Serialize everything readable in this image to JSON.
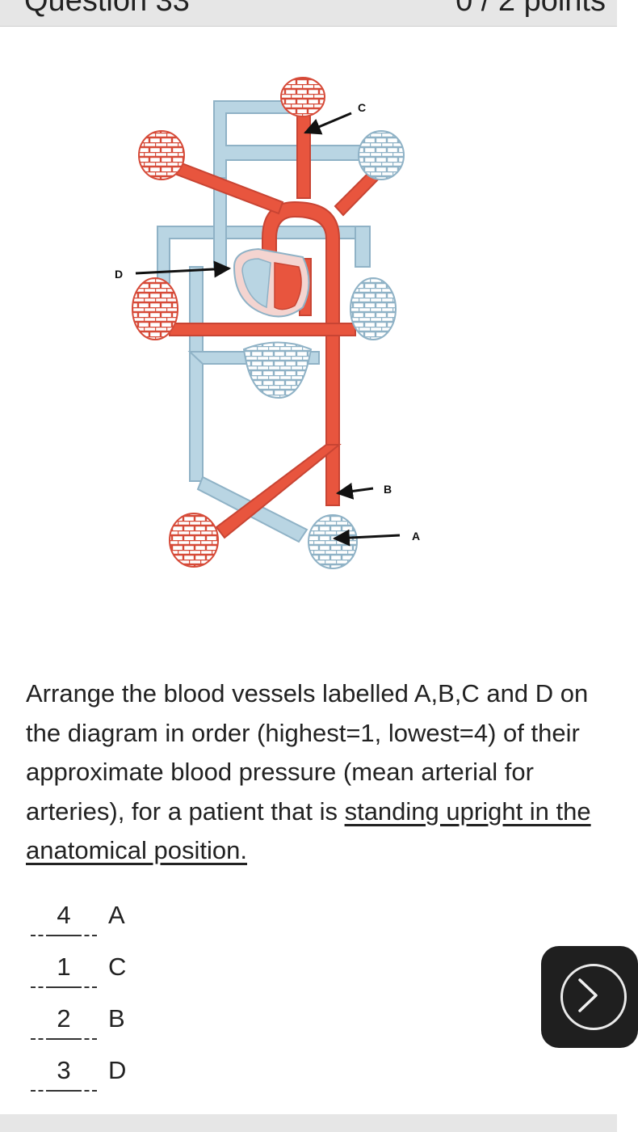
{
  "header": {
    "question_label": "Question 33",
    "points_label": "0 / 2 points"
  },
  "diagram": {
    "labels": [
      "C",
      "D",
      "B",
      "A"
    ],
    "colors": {
      "artery": "#e8553e",
      "vein": "#b9d5e3",
      "vein_edge": "#8fb2c6",
      "artery_edge": "#c84433"
    }
  },
  "question": {
    "text_main": "Arrange the blood vessels labelled A,B,C and D on the diagram in order (highest=1, lowest=4) of their approximate blood pressure (mean arterial for arteries), for a patient that is ",
    "text_emph": "standing upright in the anatomical position."
  },
  "answers": [
    {
      "value": "4",
      "letter": "A"
    },
    {
      "value": "1",
      "letter": "C"
    },
    {
      "value": "2",
      "letter": "B"
    },
    {
      "value": "3",
      "letter": "D"
    }
  ],
  "next_button": {
    "icon": "chevron-right-icon"
  }
}
